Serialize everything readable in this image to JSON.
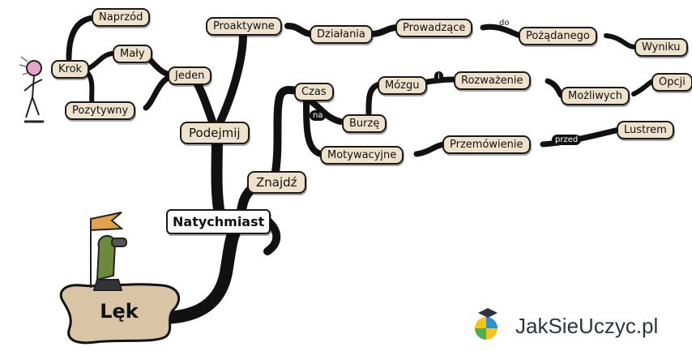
{
  "diagram": {
    "root": "Lęk",
    "nodes": {
      "naprzod": "Naprzód",
      "krok": "Krok",
      "maly": "Mały",
      "jeden": "Jeden",
      "pozytywny": "Pozytywny",
      "podejmij": "Podejmij",
      "proaktywne": "Proaktywne",
      "dzialania": "Działania",
      "prowadzace": "Prowadzące",
      "pozadanego": "Pożądanego",
      "wyniku": "Wyniku",
      "czas": "Czas",
      "mozgu": "Mózgu",
      "rozwazenie": "Rozważenie",
      "mozliwych": "Możliwych",
      "opcji": "Opcji",
      "burze": "Burzę",
      "motywacyjne": "Motywacyjne",
      "przemowienie": "Przemówienie",
      "lustrem": "Lustrem",
      "znajdz": "Znajdź",
      "natychmiast": "Natychmiast"
    },
    "connectors": {
      "do": "do",
      "i": "i",
      "na": "na",
      "przed": "przed"
    }
  },
  "logo": {
    "text": "JakSieUczyc.pl"
  },
  "colors": {
    "node_fill": "#efe2cc",
    "branch": "#111111",
    "logo_text": "#2d3340"
  }
}
